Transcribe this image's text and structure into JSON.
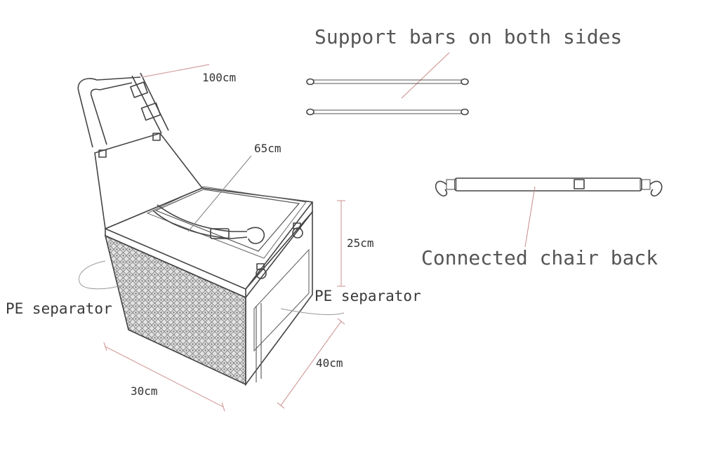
{
  "labels": {
    "support_bars": "Support bars on both sides",
    "chair_back": "Connected chair back",
    "pe_left": "PE separator",
    "pe_right": "PE separator",
    "dim_100": "100cm",
    "dim_65": "65cm",
    "dim_25": "25cm",
    "dim_40": "40cm",
    "dim_30": "30cm"
  },
  "colors": {
    "outline": "#444444",
    "leader": "#c98a8a",
    "mesh": "#8a8a8a"
  }
}
